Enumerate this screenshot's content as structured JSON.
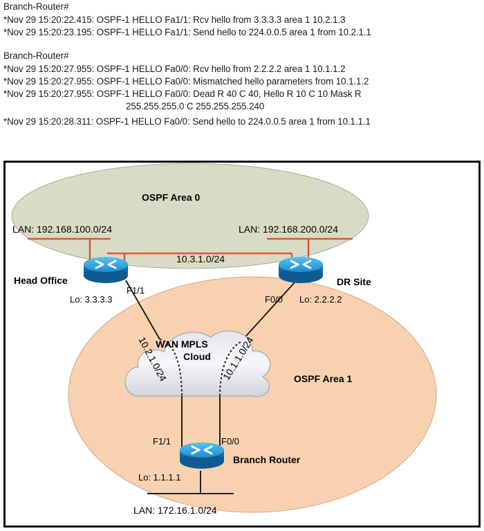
{
  "console": {
    "block1": {
      "prompt": "Branch-Router#",
      "lines": [
        "*Nov 29 15:20:22.415: OSPF-1 HELLO Fa1/1: Rcv hello from 3.3.3.3 area 1 10.2.1.3",
        "*Nov 29 15:20:23.195: OSPF-1 HELLO Fa1/1: Send hello to 224.0.0.5 area 1 from 10.2.1.1"
      ]
    },
    "block2": {
      "prompt": "Branch-Router#",
      "lines": [
        "*Nov 29 15:20:27.955: OSPF-1 HELLO Fa0/0: Rcv hello from 2.2.2.2 area 1 10.1.1.2",
        "*Nov 29 15:20:27.955: OSPF-1 HELLO Fa0/0: Mismatched hello parameters from 10.1.1.2",
        "*Nov 29 15:20:27.955: OSPF-1 HELLO Fa0/0: Dead R 40 C 40, Hello R 10 C 10 Mask R",
        "255.255.255.0 C 255.255.255.240",
        "*Nov 29 15:20:28.311: OSPF-1 HELLO Fa0/0: Send hello to 224.0.0.5 area 1 from 10.1.1.1"
      ]
    }
  },
  "diagram": {
    "areas": {
      "area0": "OSPF Area 0",
      "area1": "OSPF Area 1"
    },
    "routers": {
      "head_office": {
        "name": "Head Office",
        "loopback": "Lo: 3.3.3.3",
        "wan_if": "F1/1"
      },
      "dr_site": {
        "name": "DR Site",
        "loopback": "Lo: 2.2.2.2",
        "wan_if": "F0/0"
      },
      "branch": {
        "name": "Branch Router",
        "loopback": "Lo: 1.1.1.1",
        "if_left": "F1/1",
        "if_right": "F0/0"
      }
    },
    "networks": {
      "lan_head": "LAN:  192.168.100.0/24",
      "lan_dr": "LAN:  192.168.200.0/24",
      "backbone": "10.3.1.0/24",
      "wan_left": "10.2.1.0/24",
      "wan_right": "10.1.1.0/24",
      "lan_branch": "LAN:   172.16.1.0/24"
    },
    "cloud": {
      "line1": "WAN MPLS",
      "line2": "Cloud"
    },
    "colors": {
      "area0_fill": "#d9dcc4",
      "area1_fill": "#f8d2b0",
      "lan_link": "#d9553d",
      "router": "#1a80c4"
    }
  }
}
